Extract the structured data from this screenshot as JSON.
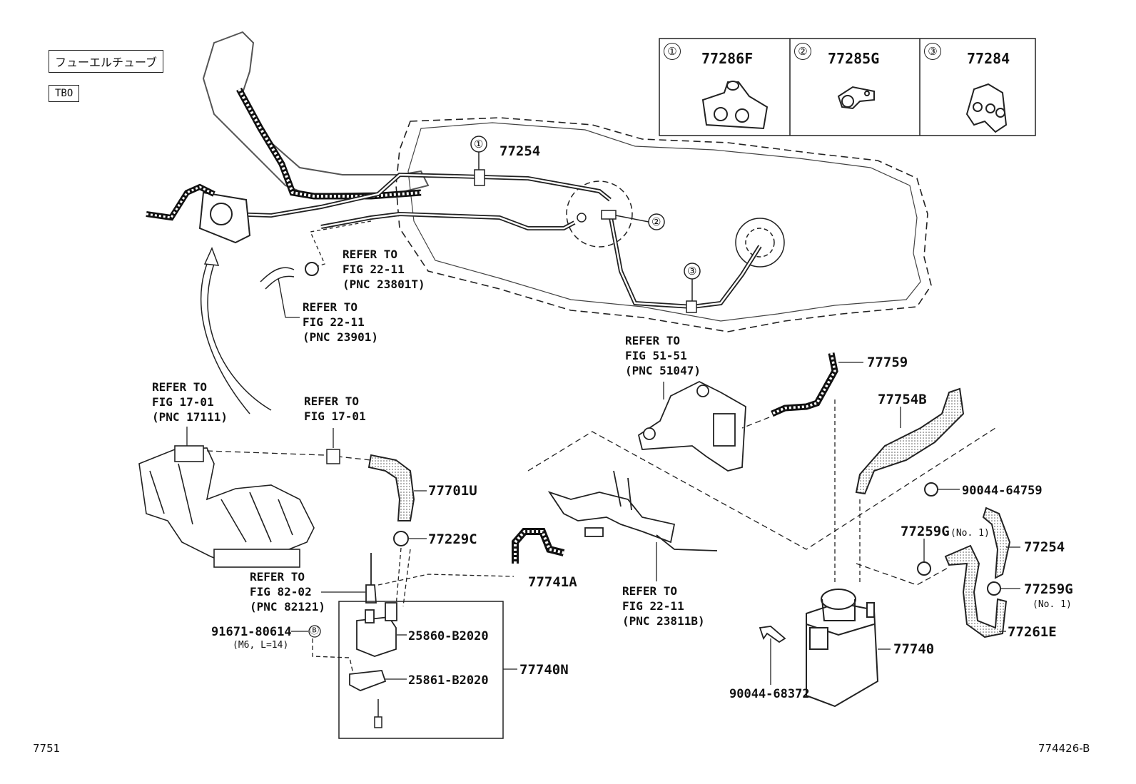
{
  "tags": {
    "japanese": "フューエルチューブ",
    "tbo": "TBO"
  },
  "legend": [
    {
      "num": "①",
      "code": "77286F",
      "icon": "clamp-double-icon"
    },
    {
      "num": "②",
      "code": "77285G",
      "icon": "clamp-single-icon"
    },
    {
      "num": "③",
      "code": "77284",
      "icon": "clamp-triple-icon"
    }
  ],
  "callouts": {
    "c1": "①",
    "c2": "②",
    "c3": "③",
    "b": "Ⓑ"
  },
  "parts": {
    "p77254_top": "77254",
    "p77759": "77759",
    "p77754B": "77754B",
    "p90044_64759": "90044-64759",
    "p77259G_no1": "77259G",
    "p77259G_no1_suffix": "(No. 1)",
    "p77254_right": "77254",
    "p77259G": "77259G",
    "p77259G_sub": "(No. 1)",
    "p77261E": "77261E",
    "p77740": "77740",
    "p90044_68372": "90044-68372",
    "p77701U": "77701U",
    "p77229C": "77229C",
    "p77741A": "77741A",
    "p25860": "25860-B2020",
    "p25861": "25861-B2020",
    "p77740N": "77740N",
    "p91671": "91671-80614",
    "p91671_sub": "(M6, L=14)"
  },
  "refs": {
    "r23801T": [
      "REFER TO",
      "FIG 22-11",
      "(PNC 23801T)"
    ],
    "r23901": [
      "REFER TO",
      "FIG 22-11",
      "(PNC 23901)"
    ],
    "r51047": [
      "REFER TO",
      "FIG 51-51",
      "(PNC 51047)"
    ],
    "r17111": [
      "REFER TO",
      "FIG 17-01",
      "(PNC 17111)"
    ],
    "r1701": [
      "REFER TO",
      "FIG 17-01"
    ],
    "r82121": [
      "REFER TO",
      "FIG 82-02",
      "(PNC 82121)"
    ],
    "r23811B": [
      "REFER TO",
      "FIG 22-11",
      "(PNC 23811B)"
    ]
  },
  "footer": {
    "left": "7751",
    "right": "774426-B"
  }
}
